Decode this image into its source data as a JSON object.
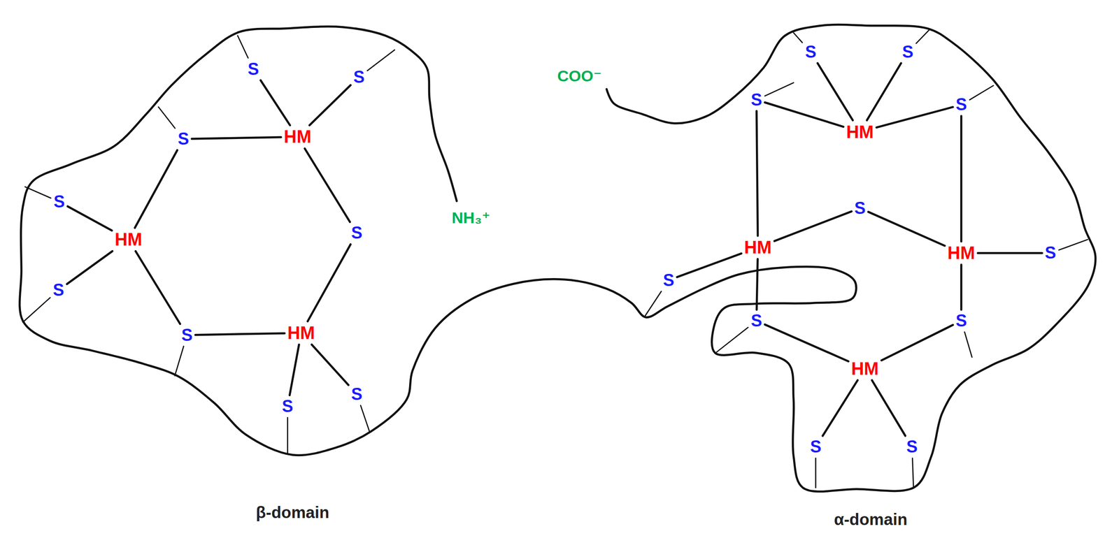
{
  "diagram": {
    "labels": [
      "S",
      "S",
      "S",
      "HM",
      "S",
      "HM",
      "S",
      "S",
      "S",
      "HM",
      "S",
      "S",
      "NH₃⁺",
      "β-domain",
      "COO⁻",
      "S",
      "S",
      "S",
      "HM",
      "S",
      "S",
      "HM",
      "HM",
      "S",
      "S",
      "S",
      "S",
      "HM",
      "S",
      "S",
      "α-domain"
    ]
  }
}
